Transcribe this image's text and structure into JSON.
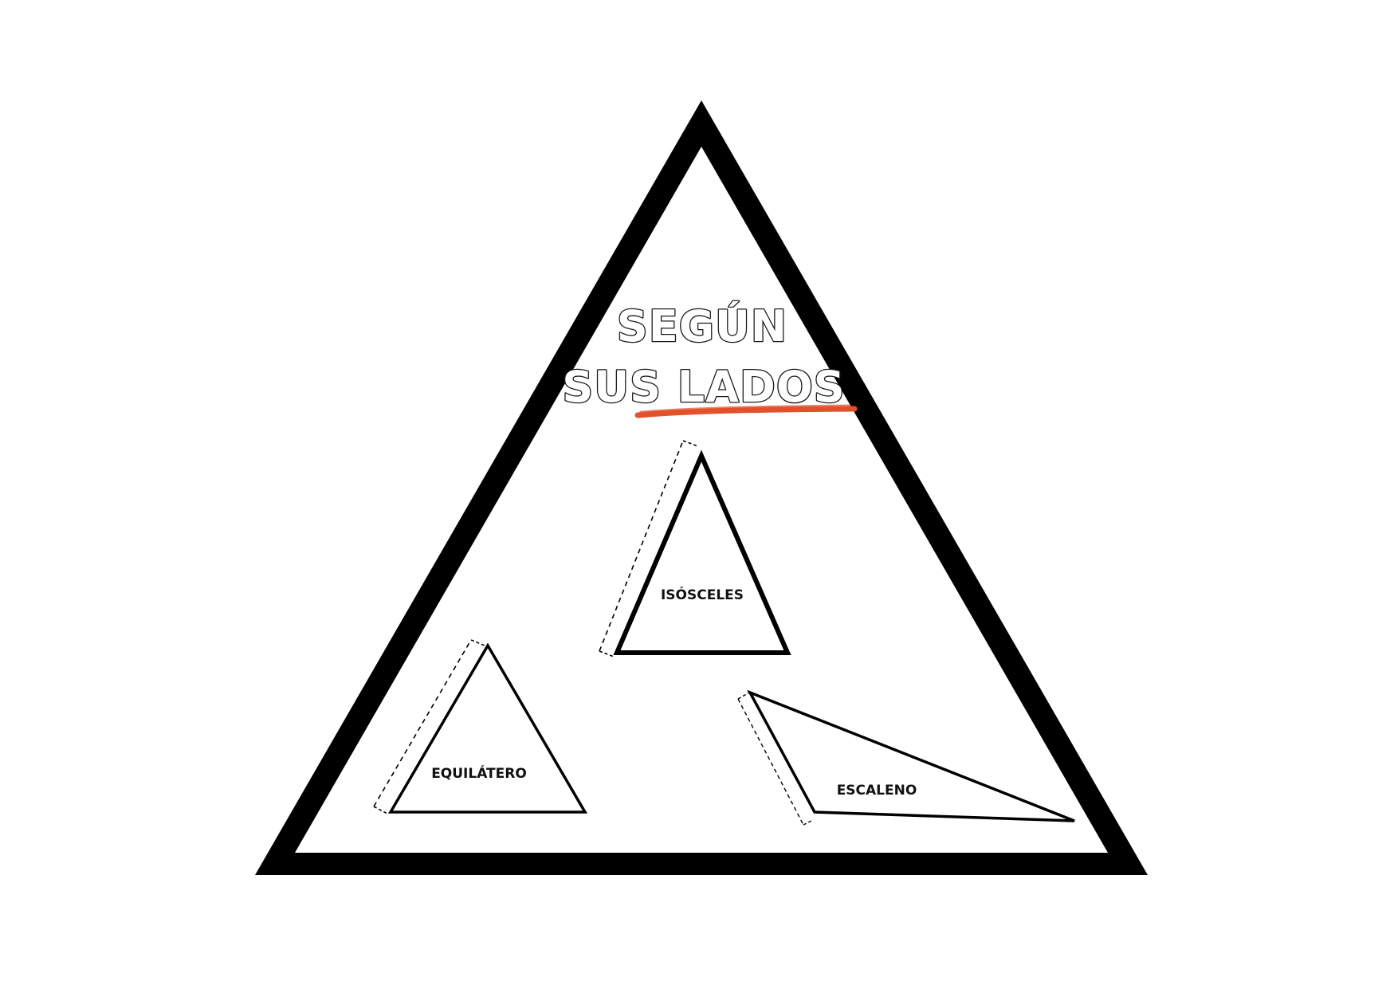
{
  "title": {
    "line1": "SEGÚN",
    "line2": "SUS LADOS"
  },
  "accent_color": "#e2512b",
  "triangles": {
    "isosceles": {
      "label": "ISÓSCELES"
    },
    "equilateral": {
      "label": "EQUILÁTERO"
    },
    "scalene": {
      "label": "ESCALENO"
    }
  }
}
